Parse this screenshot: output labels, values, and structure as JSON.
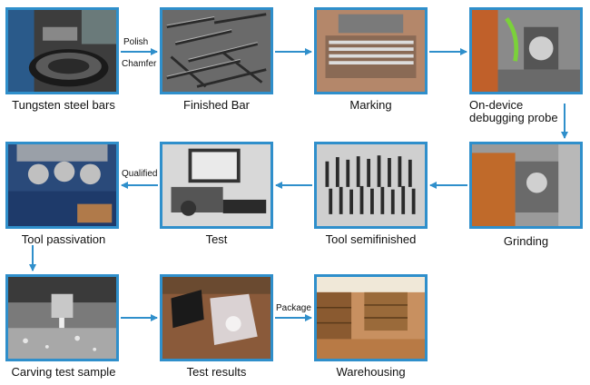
{
  "process_steps": [
    {
      "label": "Tungsten steel bars"
    },
    {
      "label": "Finished Bar"
    },
    {
      "label": "Marking"
    },
    {
      "label": "On-device\ndebugging probe",
      "line1": "On-device",
      "line2": "debugging probe"
    },
    {
      "label": "Grinding"
    },
    {
      "label": "Tool semifinished"
    },
    {
      "label": "Test"
    },
    {
      "label": "Tool passivation"
    },
    {
      "label": "Carving test sample"
    },
    {
      "label": "Test results"
    },
    {
      "label": "Warehousing"
    }
  ],
  "arrow_labels": {
    "polish": "Polish",
    "chamfer": "Chamfer",
    "qualified": "Qualified",
    "package": "Package"
  },
  "colors": {
    "frame": "#2f8fcb",
    "arrow": "#2f8fcb"
  }
}
